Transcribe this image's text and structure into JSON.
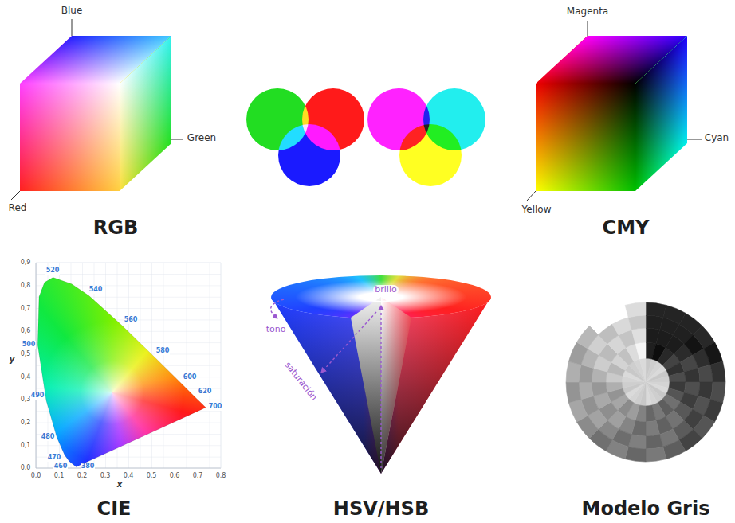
{
  "diagram": {
    "labels": [
      "Blue",
      "Green",
      "Red",
      "RGB",
      "Magenta",
      "Cyan",
      "Yellow",
      "CMY",
      "0,9",
      "0,8",
      "0,7",
      "0,6",
      "0,5",
      "0,4",
      "0,3",
      "0,2",
      "0,1",
      "0,0",
      "0,0",
      "0,1",
      "0,2",
      "0,3",
      "0,4",
      "0,5",
      "0,6",
      "0,7",
      "0,8",
      "x",
      "y",
      "520",
      "540",
      "560",
      "580",
      "600",
      "620",
      "700",
      "500",
      "490",
      "480",
      "470",
      "460",
      "380",
      "CIE",
      "brillo",
      "tono",
      "saturación",
      "HSV/HSB",
      "Modelo Gris"
    ]
  }
}
